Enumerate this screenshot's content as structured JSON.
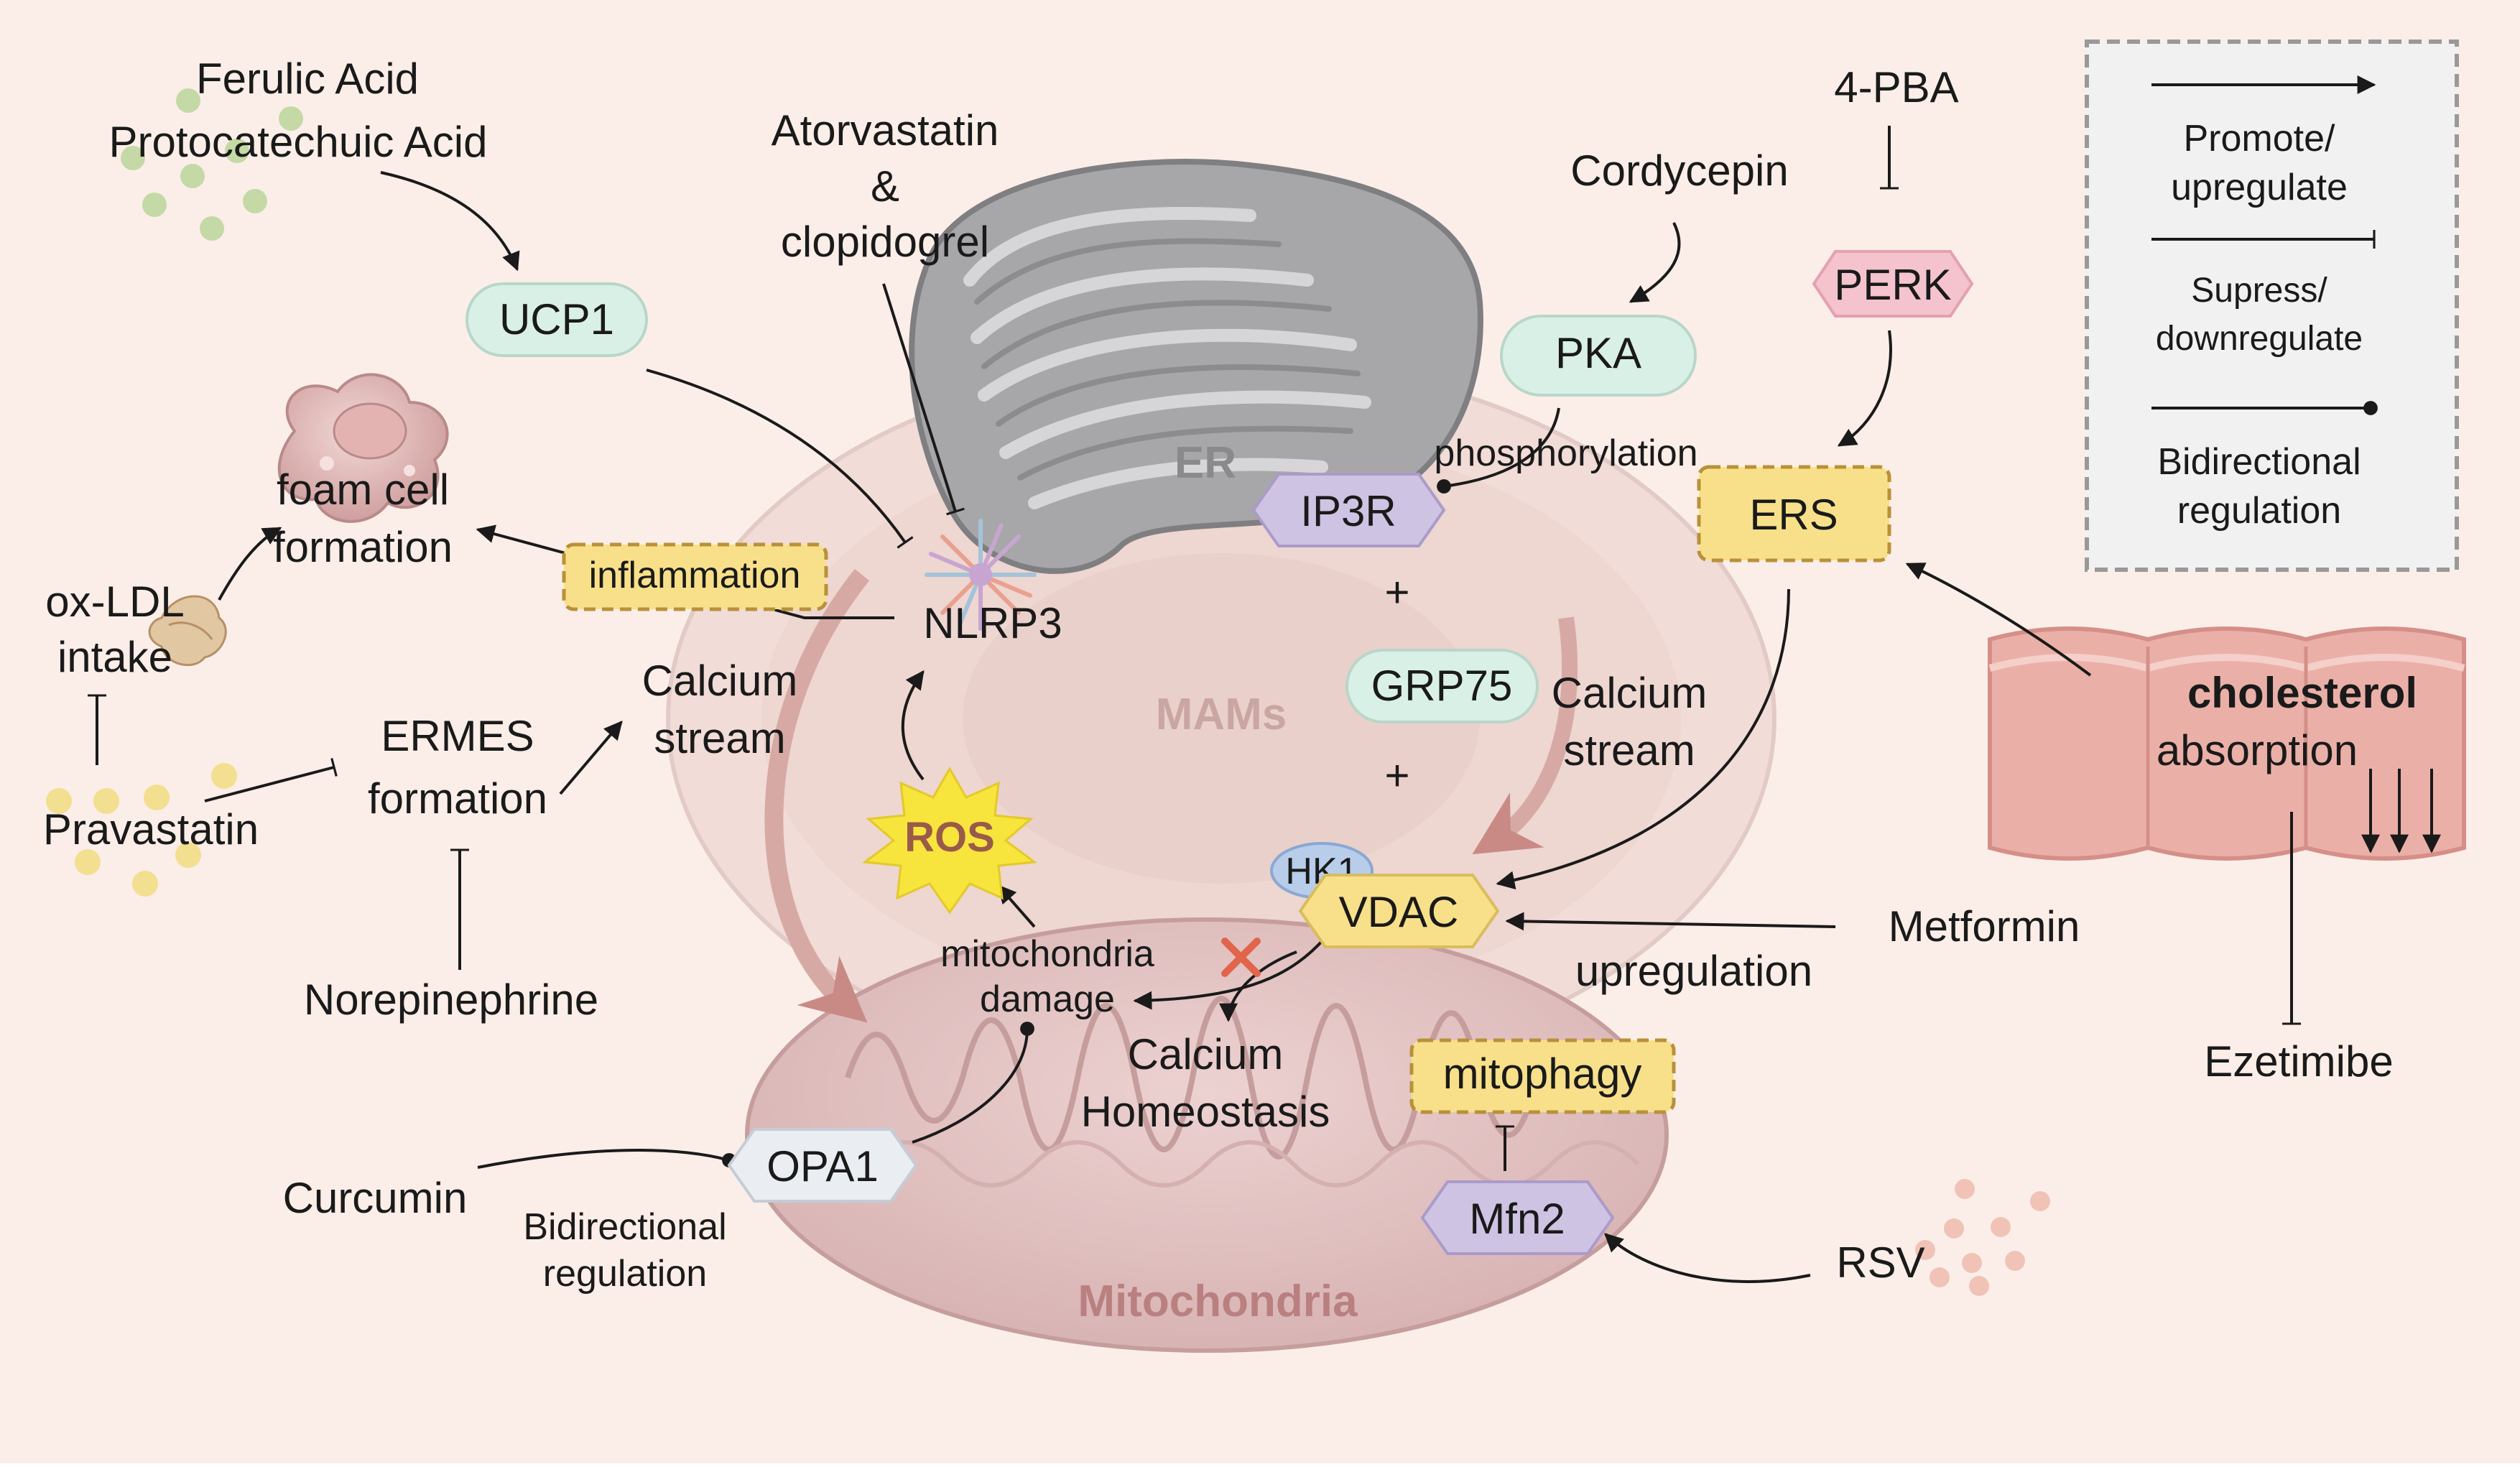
{
  "labels": {
    "ferulic_acid": "Ferulic Acid",
    "protocatechuic_acid": "Protocatechuic Acid",
    "atorvastatin_line1": "Atorvastatin",
    "atorvastatin_line2": "&",
    "atorvastatin_line3": "clopidogrel",
    "cordycepin": "Cordycepin",
    "pba": "4-PBA",
    "phosphorylation": "phosphorylation",
    "foam_cell_line1": "foam cell",
    "foam_cell_line2": "formation",
    "ox_ldl_line1": "ox-LDL",
    "ox_ldl_line2": "intake",
    "pravastatin": "Pravastatin",
    "ermes_line1": "ERMES",
    "ermes_line2": "formation",
    "norepinephrine": "Norepinephrine",
    "calcium_stream_left_line1": "Calcium",
    "calcium_stream_left_line2": "stream",
    "calcium_stream_right_line1": "Calcium",
    "calcium_stream_right_line2": "stream",
    "plus_1": "+",
    "plus_2": "+",
    "metformin": "Metformin",
    "upregulation": "upregulation",
    "mito_damage_line1": "mitochondria",
    "mito_damage_line2": "damage",
    "calcium_homeostasis_line1": "Calcium",
    "calcium_homeostasis_line2": "Homeostasis",
    "curcumin": "Curcumin",
    "bidirectional_line1": "Bidirectional",
    "bidirectional_line2": "regulation",
    "rsv": "RSV",
    "ezetimibe": "Ezetimibe",
    "cholesterol": "cholesterol",
    "absorption": "absorption",
    "er": "ER",
    "mams": "MAMs",
    "mitochondria": "Mitochondria"
  },
  "nodes": {
    "ucp1": "UCP1",
    "pka": "PKA",
    "perk": "PERK",
    "ip3r": "IP3R",
    "grp75": "GRP75",
    "hk1": "HK1",
    "vdac": "VDAC",
    "opa1": "OPA1",
    "mfn2": "Mfn2",
    "nlrp3": "NLRP3",
    "ros": "ROS",
    "ers": "ERS",
    "inflammation": "inflammation",
    "mitophagy": "mitophagy"
  },
  "legend": {
    "promote_line1": "Promote/",
    "promote_line2": "upregulate",
    "suppress_line1": "Supress/",
    "suppress_line2": "downregulate",
    "bidirectional_line1": "Bidirectional",
    "bidirectional_line2": "regulation"
  },
  "colors": {
    "background": "#fbeee8",
    "mint_node": "#d9f0e6",
    "lavender_node": "#cfc3e3",
    "pink_node": "#f4c3cd",
    "yellow_box": "#f8e08a",
    "yellow_box_border": "#b8913a",
    "ros_star": "#f7e43c",
    "er_gray": "#9a9a9d",
    "mams_ring": "#e2cbc7",
    "mitochondria_fill": "#e3c3c3",
    "intestine": "#eab0a8",
    "legend_bg": "#f1f1f1",
    "red_cross": "#e0654a"
  }
}
